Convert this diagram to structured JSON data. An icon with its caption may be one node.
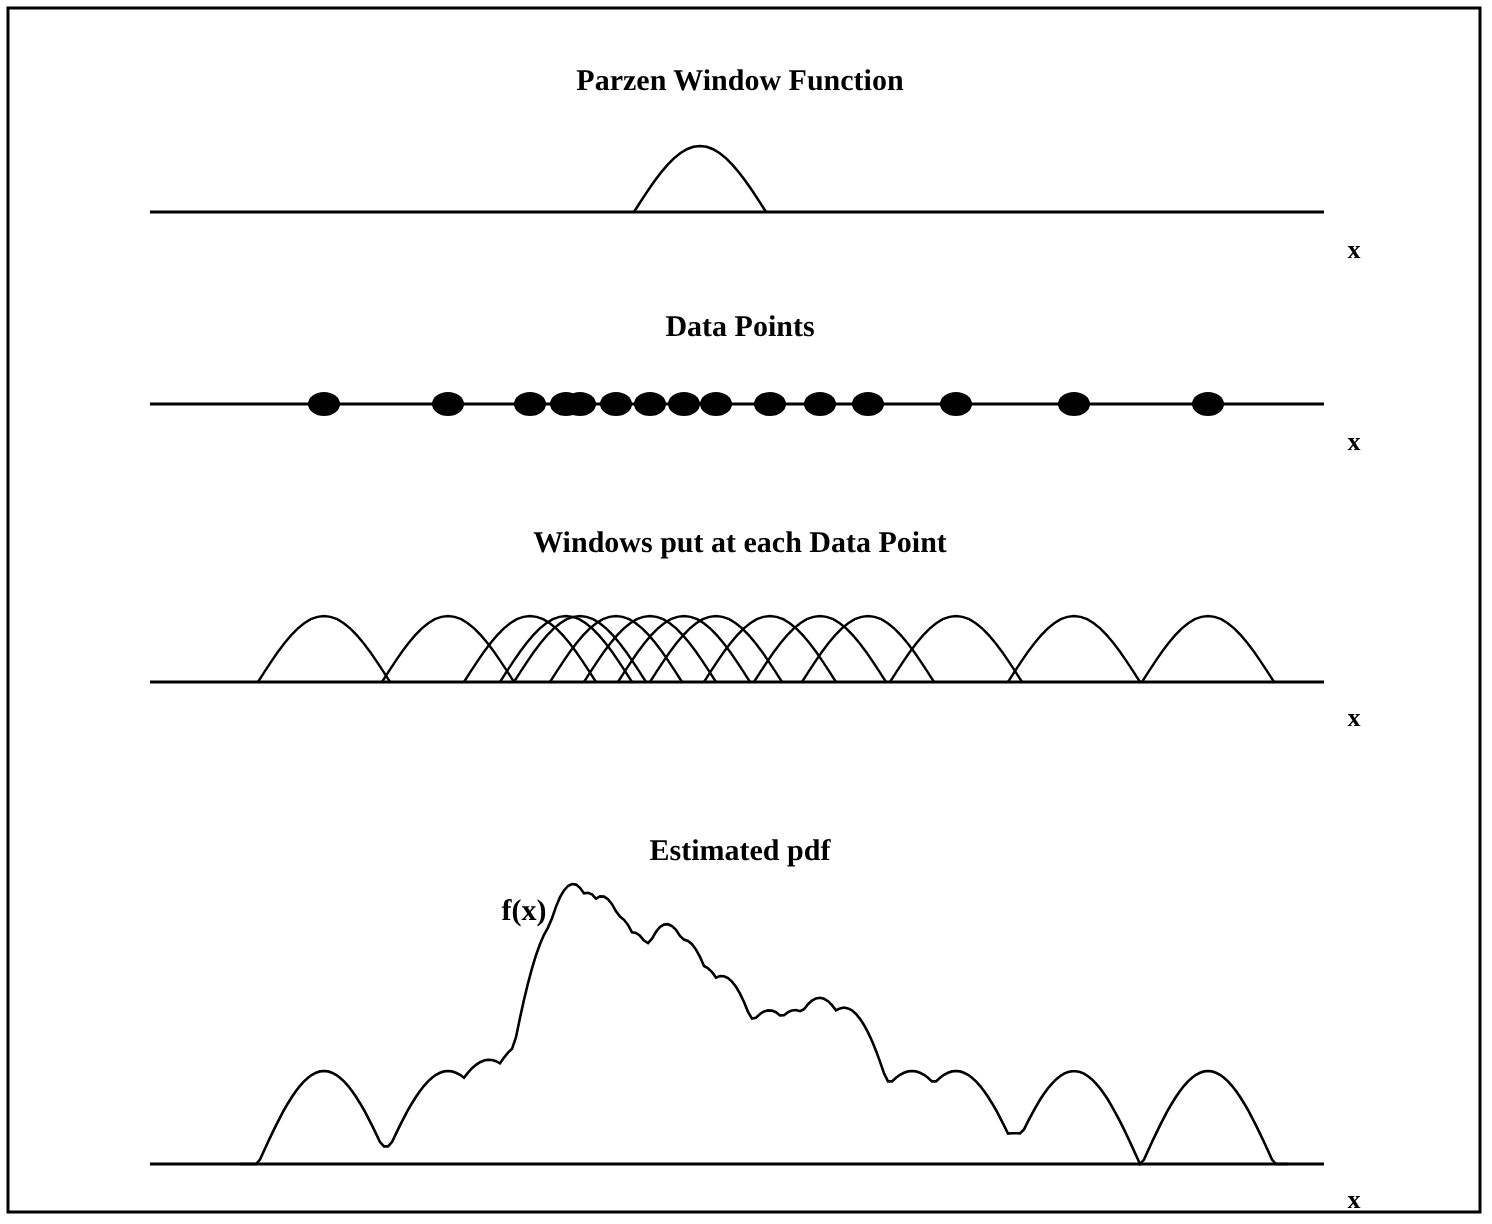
{
  "diagram": {
    "labels": [
      "Parzen Window Function",
      "x",
      "Data Points",
      "x",
      "Windows put at each Data Point",
      "x",
      "Estimated pdf",
      "f(x)",
      "x"
    ]
  }
}
